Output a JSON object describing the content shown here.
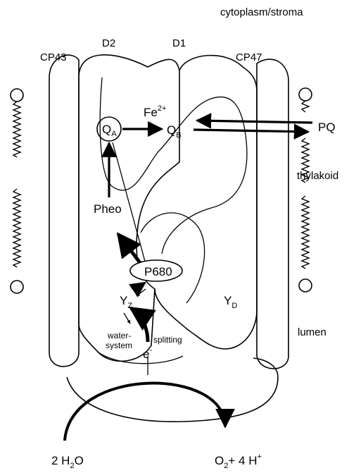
{
  "labels": {
    "region_top": "cytoplasm/stroma",
    "region_mid": "thylakoid",
    "region_bottom": "lumen",
    "cp43": "CP43",
    "d2": "D2",
    "d1": "D1",
    "cp47": "CP47",
    "qa_main": "Q",
    "qa_sub": "A",
    "fe_main": "Fe",
    "fe_sup": "2+",
    "qb_main": "Q",
    "qb_sub": "B",
    "pq": "PQ",
    "pheo": "Pheo",
    "p680": "P680",
    "yz_main": "Y",
    "yz_sub": "Z",
    "yd_main": "Y",
    "yd_sub": "D",
    "water_system_1": "water-",
    "water_system_2": "system",
    "splitting": "splitting",
    "electron_main": "e",
    "electron_sup": "-",
    "h2o_coef": "2 H",
    "h2o_sub": "2",
    "h2o_end": "O",
    "o2_main": "O",
    "o2_sub": "2",
    "o2_rest": "+ 4 H",
    "o2_sup": "+"
  }
}
